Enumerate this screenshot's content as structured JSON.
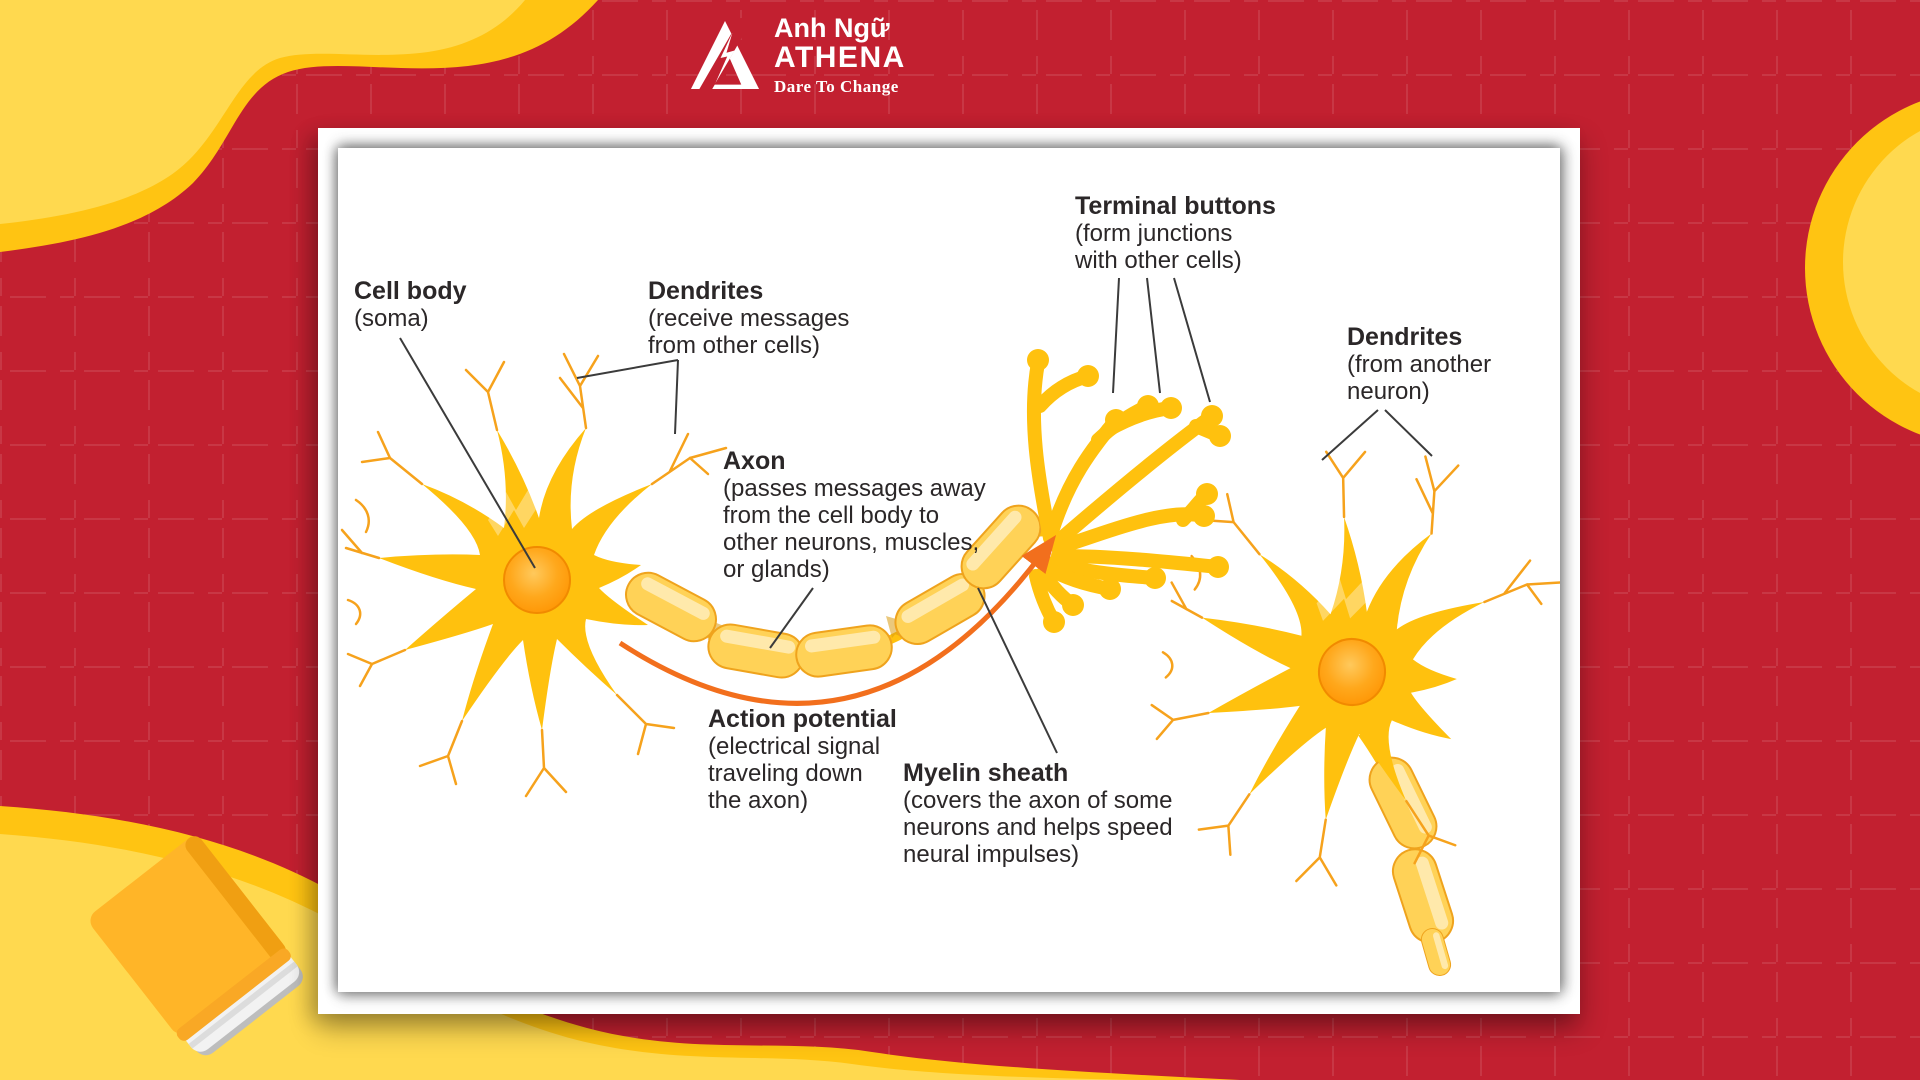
{
  "logo": {
    "brand_top": "Anh Ngữ",
    "brand_main": "ATHENA",
    "tagline": "Dare To Change"
  },
  "diagram": {
    "cell_body": {
      "title": "Cell body",
      "desc": "(soma)"
    },
    "dendrites_left": {
      "title": "Dendrites",
      "desc": "(receive messages\nfrom other cells)"
    },
    "axon": {
      "title": "Axon",
      "desc": "(passes messages away\nfrom the cell body to\nother neurons, muscles,\nor glands)"
    },
    "terminal_buttons": {
      "title": "Terminal buttons",
      "desc": "(form junctions\nwith other cells)"
    },
    "dendrites_right": {
      "title": "Dendrites",
      "desc": "(from another\nneuron)"
    },
    "action_potential": {
      "title": "Action potential",
      "desc": "(electrical signal\ntraveling down\nthe axon)"
    },
    "myelin_sheath": {
      "title": "Myelin sheath",
      "desc": "(covers the axon of some\nneurons and helps speed\nneural impulses)"
    }
  },
  "colors": {
    "background_red": "#C22030",
    "grid_dash": "rgba(255,255,255,0.10)",
    "yellow_light": "#FFD94F",
    "yellow_gold": "#FFC412",
    "neuron_gold": "#FFC10E",
    "dendrite_stroke": "#F6A21C",
    "capsule_fill": "#FFD257",
    "nucleus_orange": "#FF9C07",
    "arrow_orange": "#F26F1D",
    "pointer_line": "#3b3b3b",
    "label_text": "#2b2728",
    "paper_white": "#FFFFFF"
  }
}
